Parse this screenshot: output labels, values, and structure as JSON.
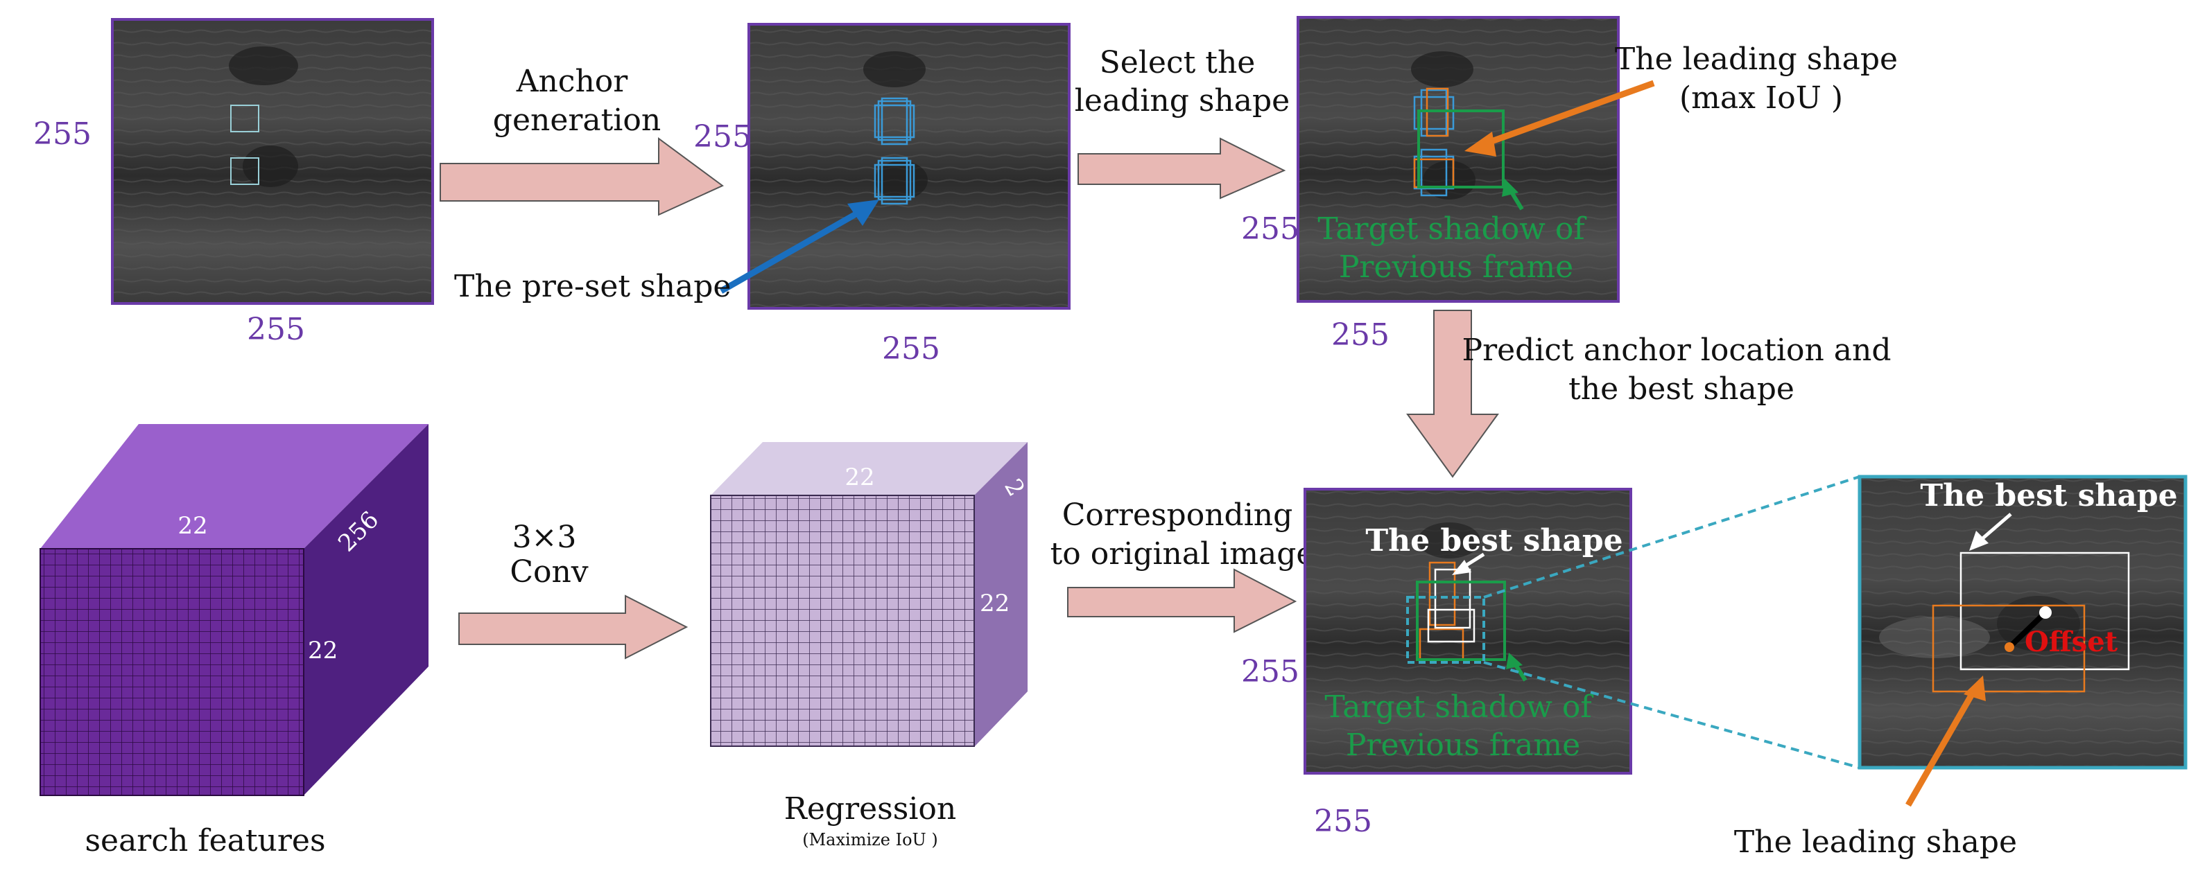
{
  "dims": {
    "img1_left": "255",
    "img1_bottom": "255",
    "img2_left": "255",
    "img2_bottom": "255",
    "img3_left": "255",
    "img3_bottom": "255",
    "img4_left": "255",
    "img4_bottom": "255"
  },
  "arrows": {
    "anchor_generation": [
      "Anchor",
      "generation"
    ],
    "select_leading": [
      "Select the",
      "leading shape"
    ],
    "predict": [
      "Predict anchor location and",
      "the best shape"
    ],
    "conv": [
      "3×3",
      "Conv"
    ],
    "corresponding": [
      "Corresponding",
      "to original image"
    ]
  },
  "labels": {
    "preset_shape": "The pre-set shape",
    "leading_shape_max": [
      "The leading shape",
      "(max IoU )"
    ],
    "target_shadow": [
      "Target shadow of",
      "Previous frame"
    ],
    "best_shape": "The best shape",
    "offset": "Offset",
    "leading_shape_bottom": "The leading shape",
    "search_features": "search features",
    "regression": "Regression",
    "regression_sub": "(Maximize IoU )"
  },
  "cubes": {
    "search": {
      "front_w": "22",
      "side": "256",
      "h": "22"
    },
    "regression": {
      "top": "22",
      "side": "2",
      "h": "22"
    }
  },
  "colors": {
    "image_border": "#6a3aa8",
    "arrow_fill": "#e8b8b4",
    "anchor_blue": "#3a9ad8",
    "orange": "#e87a1e",
    "green": "#1a9c4a",
    "dashed": "#3aa8c0"
  }
}
